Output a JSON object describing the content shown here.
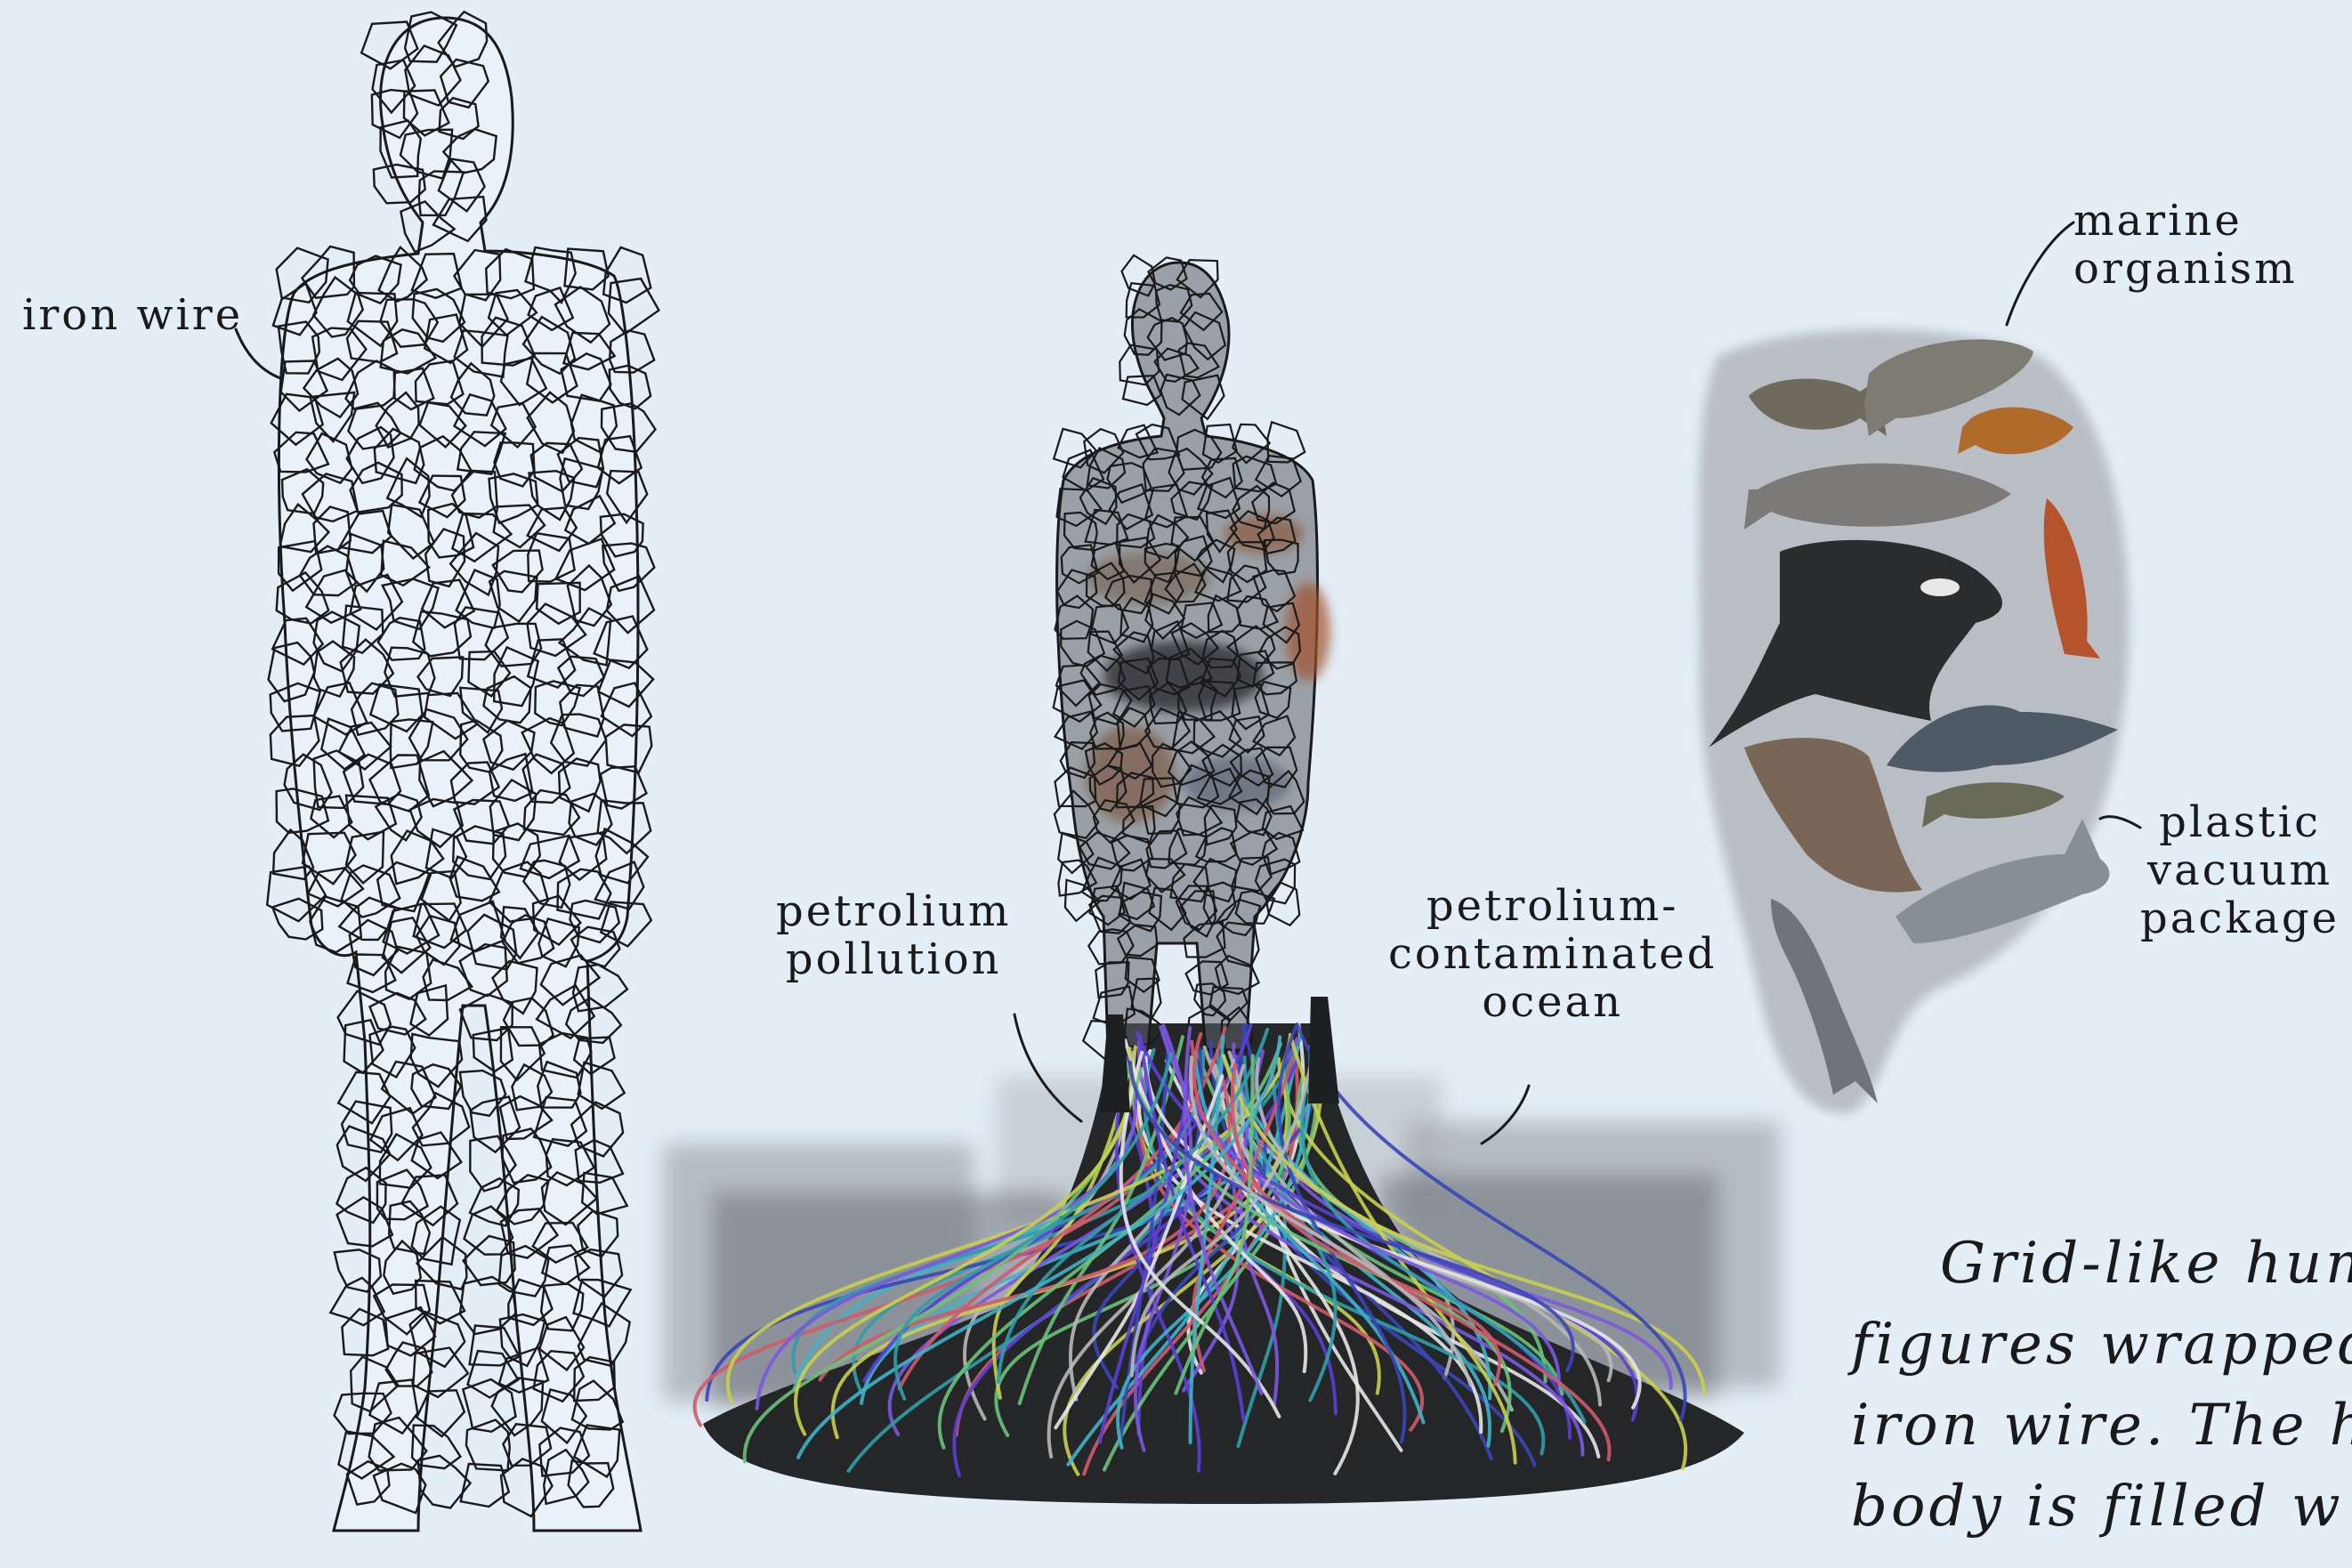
{
  "labels": {
    "iron_wire": "iron wire",
    "marine_organism_line1": "marine",
    "marine_organism_line2": "organism",
    "petrolium_pollution_line1": "petrolium",
    "petrolium_pollution_line2": "pollution",
    "contaminated_ocean_line1": "petrolium-",
    "contaminated_ocean_line2": "contaminated",
    "contaminated_ocean_line3": "ocean",
    "plastic_package_line1": "plastic",
    "plastic_package_line2": "vacuum",
    "plastic_package_line3": "package"
  },
  "description": {
    "line1": "Grid-like hum",
    "line2": "figures wrapped i",
    "line3": "iron wire. The hu",
    "line4": "body is filled w"
  },
  "colors": {
    "background": "#e3eef7",
    "ink": "#1a1a1a",
    "oil": "#222222",
    "wash": "#9aa0a6",
    "wire_colors": [
      "#5b3fd6",
      "#3fb3c9",
      "#c9d04a",
      "#e7e7e7",
      "#7c58e0",
      "#2e9ea8",
      "#d05a6a",
      "#6cc27a",
      "#3a46b8",
      "#b8b8b8"
    ]
  }
}
